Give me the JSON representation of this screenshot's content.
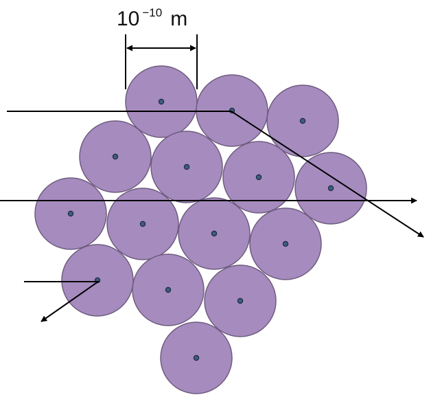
{
  "scale_label": {
    "base": "10",
    "exponent": "−10",
    "unit": "m"
  },
  "colors": {
    "atom_fill": "#A68BBF",
    "atom_stroke": "#6E5C7E",
    "nucleus_fill": "#3F5C80",
    "nucleus_stroke": "#1B2A3D",
    "line": "#000000"
  },
  "counts": {
    "atoms": 15,
    "particle_paths": 3
  }
}
